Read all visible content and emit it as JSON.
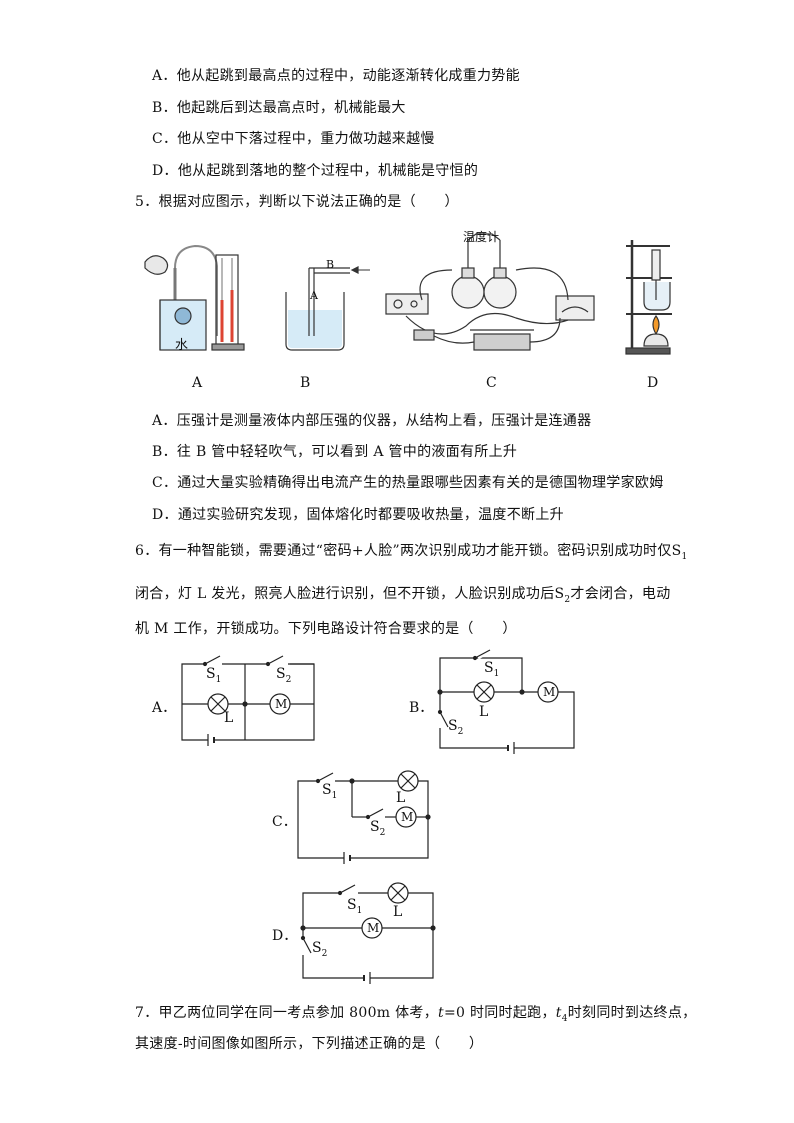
{
  "q4": {
    "options": [
      "A．他从起跳到最高点的过程中，动能逐渐转化成重力势能",
      "B．他起跳后到达最高点时，机械能最大",
      "C．他从空中下落过程中，重力做功越来越慢",
      "D．他从起跳到落地的整个过程中，机械能是守恒的"
    ]
  },
  "q5": {
    "stem": "5．根据对应图示，判断以下说法正确的是（　　）",
    "figure_labels": [
      "A",
      "B",
      "C",
      "D"
    ],
    "figA_water": "水",
    "figB_pipe_labels": [
      "B",
      "A"
    ],
    "figC_thermometer": "温度计",
    "options": [
      "A．压强计是测量液体内部压强的仪器，从结构上看，压强计是连通器",
      "B．往 B 管中轻轻吹气，可以看到 A 管中的液面有所上升",
      "C．通过大量实验精确得出电流产生的热量跟哪些因素有关的是德国物理学家欧姆",
      "D．通过实验研究发现，固体熔化时都要吸收热量，温度不断上升"
    ]
  },
  "q6": {
    "stem_line1": "6．有一种智能锁，需要通过“密码+人脸”两次识别成功才能开锁。密码识别成功时仅S",
    "stem_line1_sub": "1",
    "stem_line2_a": "闭合，灯 L 发光，照亮人脸进行识别，但不开锁，人脸识别成功后S",
    "stem_line2_sub": "2",
    "stem_line2_b": "才会闭合，电动",
    "stem_line3": "机 M 工作，开锁成功。下列电路设计符合要求的是（　　）",
    "option_labels": [
      "A．",
      "B．",
      "C．",
      "D．"
    ],
    "symbols": {
      "s": "S",
      "s1": "1",
      "s2": "2",
      "lamp": "L",
      "motor": "M"
    }
  },
  "q7": {
    "stem_line1_a": "7．甲乙两位同学在同一考点参加 800m 体考，",
    "t": "t",
    "stem_line1_b": "=0 时同时起跑，",
    "t4": "t",
    "t4_sub": "4",
    "stem_line1_c": "时刻同时到达终点，",
    "stem_line2": "其速度-时间图像如图所示，下列描述正确的是（　　）"
  }
}
